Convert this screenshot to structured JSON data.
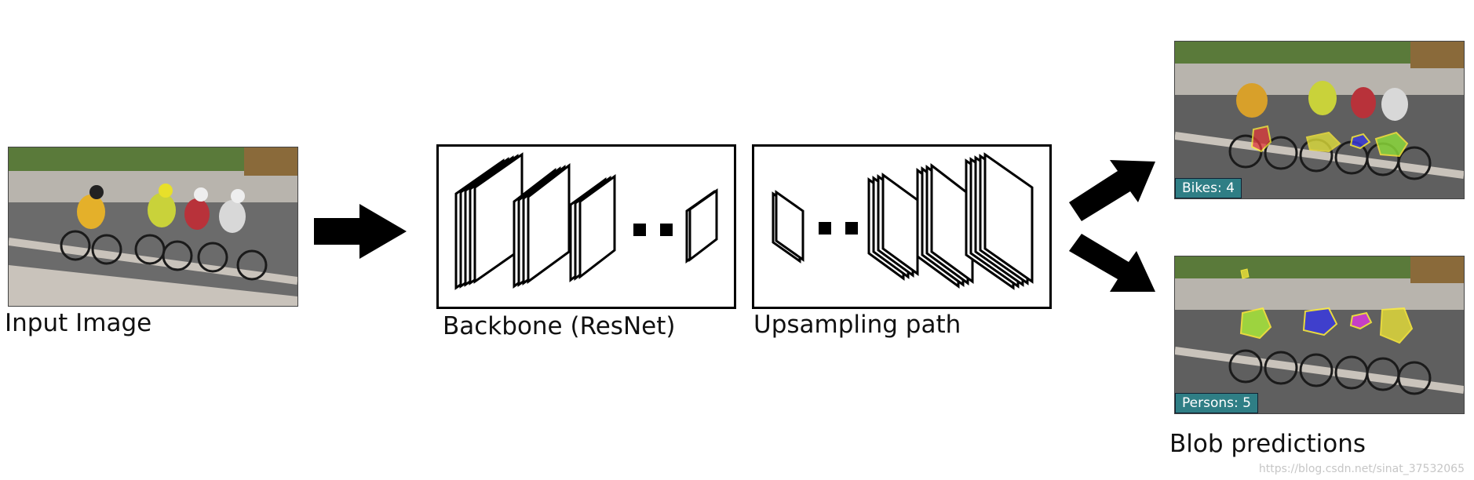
{
  "labels": {
    "input_image": "Input Image",
    "backbone": "Backbone (ResNet)",
    "upsampling": "Upsampling path",
    "blob_predictions": "Blob predictions"
  },
  "badges": {
    "bikes": "Bikes: 4",
    "persons": "Persons: 5"
  },
  "watermark": "https://blog.csdn.net/sinat_37532065",
  "colors": {
    "badge_bg": "#2f7e85",
    "arrow": "#000000",
    "road": "#6b6b6b",
    "grass": "#5a7a3a"
  }
}
